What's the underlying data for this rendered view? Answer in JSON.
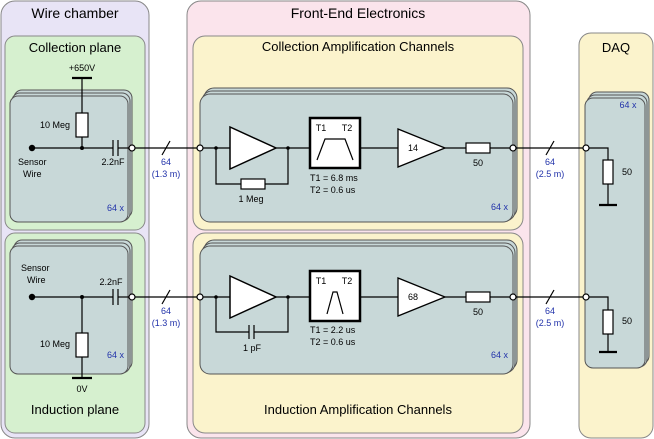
{
  "sections": {
    "wire_chamber": "Wire chamber",
    "front_end": "Front-End Electronics",
    "daq": "DAQ"
  },
  "planes": {
    "collection": "Collection plane",
    "induction": "Induction plane"
  },
  "channels": {
    "collection_title": "Collection Amplification Channels",
    "induction_title": "Induction Amplification Channels"
  },
  "collection": {
    "hv": "+650V",
    "resistor": "10 Meg",
    "sensor_line1": "Sensor",
    "sensor_line2": "Wire",
    "capacitor": "2.2nF",
    "count": "64 x",
    "feedback": "1 Meg",
    "filter_t1_label": "T1",
    "filter_t2_label": "T2",
    "filter_t1": "T1 = 6.8 ms",
    "filter_t2": "T2 = 0.6 us",
    "gain": "14",
    "out_res": "50",
    "amp_count": "64 x"
  },
  "induction": {
    "sensor_line1": "Sensor",
    "sensor_line2": "Wire",
    "capacitor": "2.2nF",
    "resistor": "10 Meg",
    "ground": "0V",
    "count": "64 x",
    "feedback": "1 pF",
    "filter_t1_label": "T1",
    "filter_t2_label": "T2",
    "filter_t1": "T1 = 2.2 us",
    "filter_t2": "T2 = 0.6 us",
    "gain": "68",
    "out_res": "50",
    "amp_count": "64 x"
  },
  "cables": {
    "c1_count": "64",
    "c1_len": "(1.3 m)",
    "c2_count": "64",
    "c2_len": "(2.5 m)",
    "i1_count": "64",
    "i1_len": "(1.3 m)",
    "i2_count": "64",
    "i2_len": "(2.5 m)"
  },
  "daq": {
    "count": "64 x",
    "r1": "50",
    "r2": "50"
  }
}
